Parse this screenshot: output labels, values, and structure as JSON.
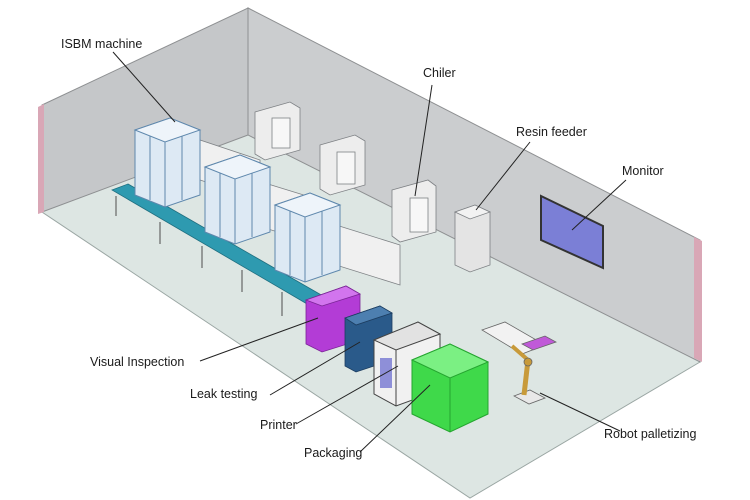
{
  "labels": {
    "isbm": "ISBM machine",
    "chiler": "Chiler",
    "resin_feeder": "Resin feeder",
    "monitor": "Monitor",
    "visual_inspection": "Visual Inspection",
    "leak_testing": "Leak testing",
    "printer": "Printer",
    "packaging": "Packaging",
    "robot_palletizing": "Robot palletizing"
  },
  "colors": {
    "floor": "#dde6e3",
    "wall": "#c9cbcd",
    "wall_edge": "#d8a9b8",
    "conveyor": "#2e9ab0",
    "visual_inspection": "#b33cd6",
    "leak_testing": "#2a5a8a",
    "packaging": "#3fd94a",
    "monitor": "#7b7fd6",
    "machine_frame": "#8fb1cf"
  }
}
